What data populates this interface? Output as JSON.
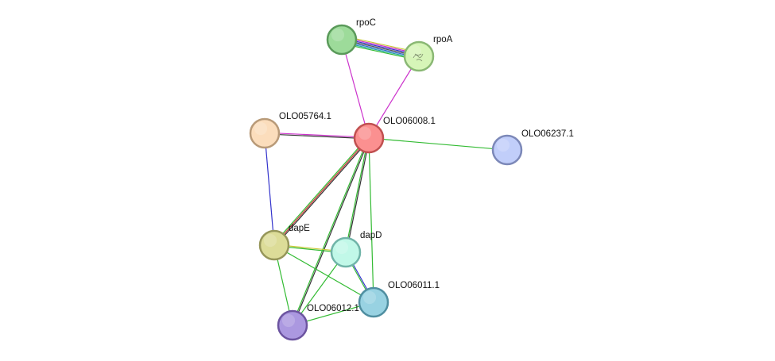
{
  "nodes": [
    {
      "id": "rpoC",
      "label": "rpoC",
      "fill": "#9ddb9a",
      "stroke": "#5a9a5a"
    },
    {
      "id": "rpoA",
      "label": "rpoA",
      "fill": "#d6f5b8",
      "stroke": "#8ab874"
    },
    {
      "id": "OLO05764.1",
      "label": "OLO05764.1",
      "fill": "#fbddbc",
      "stroke": "#b89a78"
    },
    {
      "id": "OLO06008.1",
      "label": "OLO06008.1",
      "fill": "#fb9090",
      "stroke": "#c05050"
    },
    {
      "id": "OLO06237.1",
      "label": "OLO06237.1",
      "fill": "#c1cefa",
      "stroke": "#7c88b8"
    },
    {
      "id": "dapE",
      "label": "dapE",
      "fill": "#dcdc98",
      "stroke": "#96965a"
    },
    {
      "id": "dapD",
      "label": "dapD",
      "fill": "#c1f8e8",
      "stroke": "#70b4a8"
    },
    {
      "id": "OLO06011.1",
      "label": "OLO06011.1",
      "fill": "#98d2e2",
      "stroke": "#4f8ea0"
    },
    {
      "id": "OLO06012.1",
      "label": "OLO06012.1",
      "fill": "#ab98e0",
      "stroke": "#6c54a0"
    }
  ],
  "edges": [
    {
      "source": "rpoC",
      "target": "rpoA",
      "colors": [
        "#c8c832",
        "#cc33cc",
        "#3333cc",
        "#555555",
        "#3366cc",
        "#22a5a5",
        "#33bb33"
      ]
    },
    {
      "source": "rpoC",
      "target": "OLO06008.1",
      "colors": [
        "#cc33cc"
      ]
    },
    {
      "source": "rpoA",
      "target": "OLO06008.1",
      "colors": [
        "#cc33cc"
      ]
    },
    {
      "source": "OLO05764.1",
      "target": "OLO06008.1",
      "colors": [
        "#cc33cc",
        "#333333"
      ]
    },
    {
      "source": "OLO06008.1",
      "target": "OLO06237.1",
      "colors": [
        "#33bb33"
      ]
    },
    {
      "source": "OLO05764.1",
      "target": "dapE",
      "colors": [
        "#3333cc"
      ]
    },
    {
      "source": "OLO06008.1",
      "target": "dapE",
      "colors": [
        "#333333",
        "#cc3333",
        "#33bb33"
      ]
    },
    {
      "source": "OLO06008.1",
      "target": "dapD",
      "colors": [
        "#333333",
        "#33bb33"
      ]
    },
    {
      "source": "OLO06008.1",
      "target": "OLO06011.1",
      "colors": [
        "#33bb33"
      ]
    },
    {
      "source": "OLO06008.1",
      "target": "OLO06012.1",
      "colors": [
        "#333333",
        "#33bb33"
      ]
    },
    {
      "source": "dapE",
      "target": "dapD",
      "colors": [
        "#c8c832",
        "#33bb33"
      ]
    },
    {
      "source": "dapE",
      "target": "OLO06011.1",
      "colors": [
        "#33bb33"
      ]
    },
    {
      "source": "dapE",
      "target": "OLO06012.1",
      "colors": [
        "#33bb33"
      ]
    },
    {
      "source": "dapD",
      "target": "OLO06011.1",
      "colors": [
        "#3333cc",
        "#33bb33"
      ]
    },
    {
      "source": "dapD",
      "target": "OLO06012.1",
      "colors": [
        "#33bb33"
      ]
    },
    {
      "source": "OLO06011.1",
      "target": "OLO06012.1",
      "colors": [
        "#33bb33"
      ]
    }
  ]
}
